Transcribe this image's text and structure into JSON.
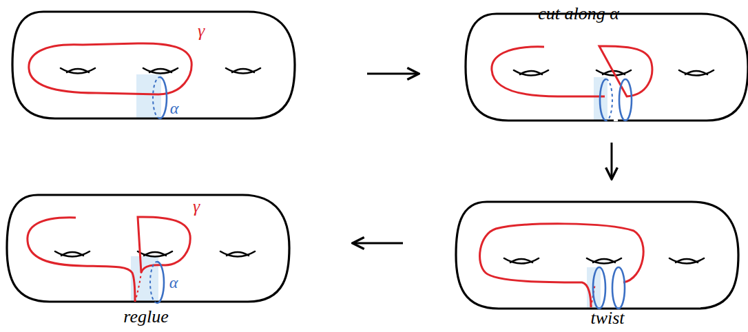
{
  "diagram": {
    "labels": [
      "γ",
      "α",
      "cut along α",
      "twist",
      "γ",
      "α",
      "reglue"
    ]
  }
}
